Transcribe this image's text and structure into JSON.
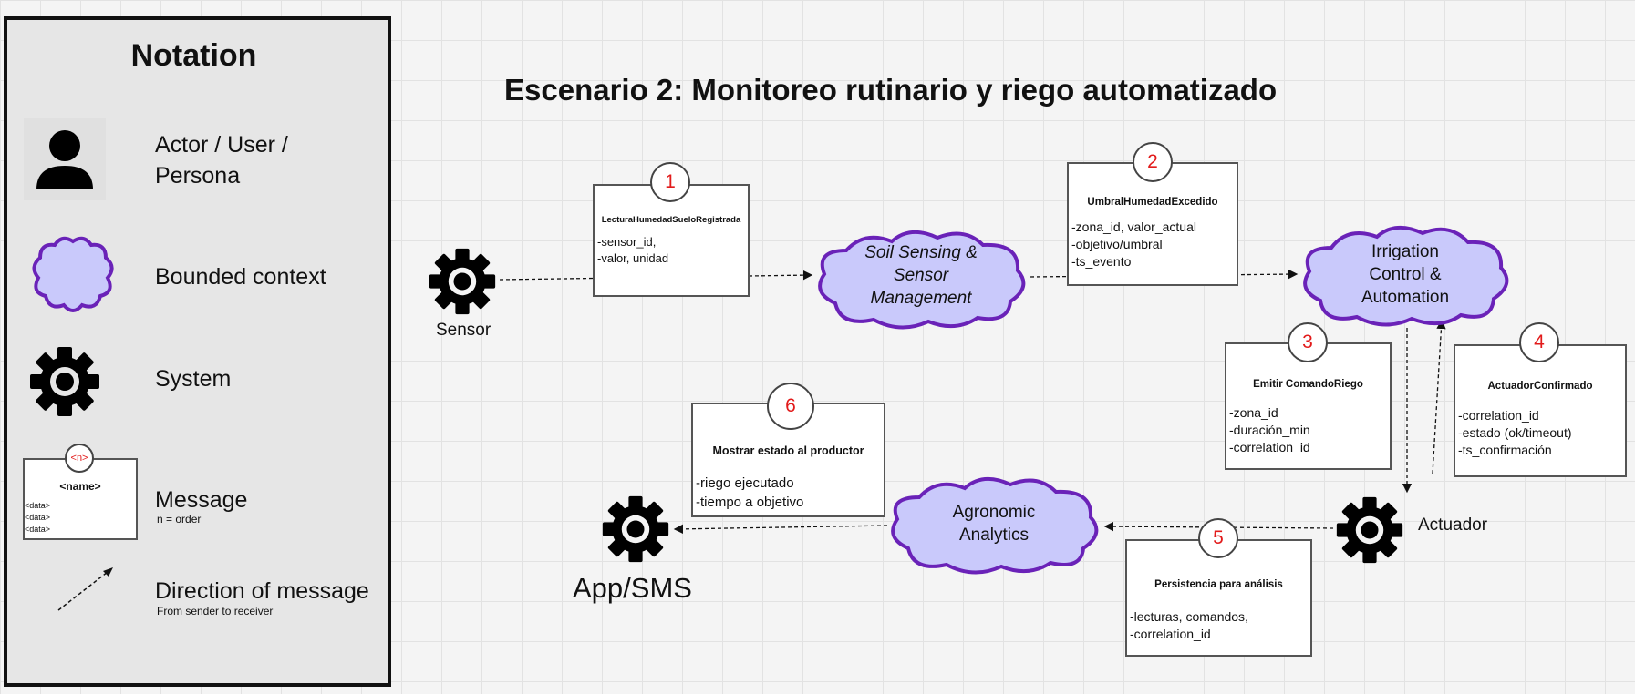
{
  "notation": {
    "title": "Notation",
    "actor_label_1": "Actor / User /",
    "actor_label_2": "Persona",
    "bounded_context_label": "Bounded context",
    "system_label": "System",
    "message_label": "Message",
    "message_sub": "n = order",
    "message_example_order": "<n>",
    "message_example_name": "<name>",
    "message_example_fields": [
      "<data>",
      "<data>",
      "<data>"
    ],
    "direction_label": "Direction of message",
    "direction_sub": "From sender to receiver"
  },
  "scenario_title": "Escenario 2: Monitoreo rutinario y riego automatizado",
  "systems": {
    "sensor": "Sensor",
    "actuador": "Actuador",
    "app": "App/SMS"
  },
  "bounded_contexts": {
    "soil": [
      "Soil Sensing &",
      "Sensor",
      "Management"
    ],
    "irrigation": [
      "Irrigation",
      "Control &",
      "Automation"
    ],
    "agronomic": [
      "Agronomic",
      "Analytics"
    ]
  },
  "messages": [
    {
      "order": "1",
      "name": "LecturaHumedadSueloRegistrada",
      "fields": [
        "-sensor_id,",
        "-valor, unidad"
      ]
    },
    {
      "order": "2",
      "name": "UmbralHumedadExcedido",
      "fields": [
        "-zona_id, valor_actual",
        "-objetivo/umbral",
        "-ts_evento"
      ]
    },
    {
      "order": "3",
      "name": "Emitir ComandoRiego",
      "fields": [
        "-zona_id",
        "-duración_min",
        "-correlation_id"
      ]
    },
    {
      "order": "4",
      "name": "ActuadorConfirmado",
      "fields": [
        "-correlation_id",
        "-estado (ok/timeout)",
        "-ts_confirmación"
      ]
    },
    {
      "order": "5",
      "name": "Persistencia para análisis",
      "fields": [
        "-lecturas, comandos,",
        "-correlation_id"
      ]
    },
    {
      "order": "6",
      "name": "Mostrar estado al productor",
      "fields": [
        "-riego ejecutado",
        "-tiempo a objetivo"
      ]
    }
  ],
  "colors": {
    "bc_fill": "#c9c9fb",
    "bc_stroke": "#6a22b8",
    "order_text": "#e21b1b"
  }
}
